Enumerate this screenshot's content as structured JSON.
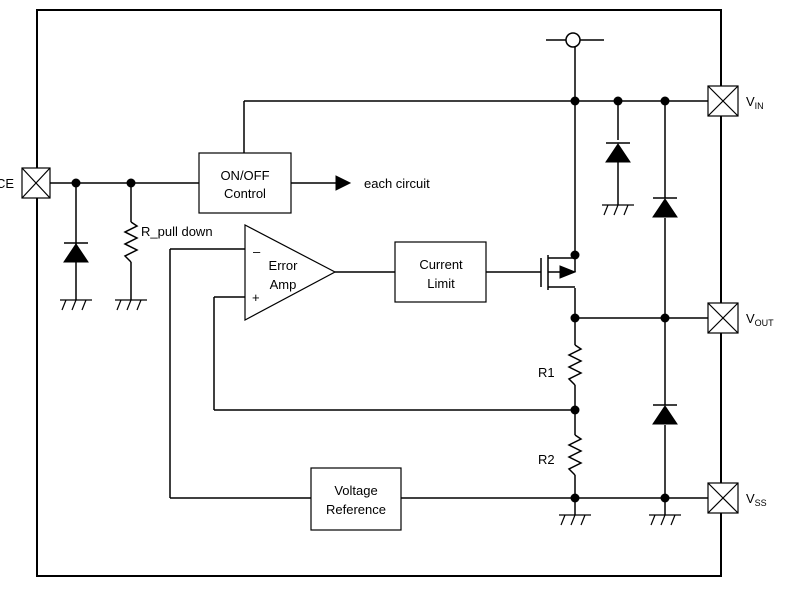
{
  "pins": {
    "ce": "CE",
    "vin": {
      "main": "V",
      "sub": "IN"
    },
    "vout": {
      "main": "V",
      "sub": "OUT"
    },
    "vss": {
      "main": "V",
      "sub": "SS"
    }
  },
  "blocks": {
    "on_off": [
      "ON/OFF",
      "Control"
    ],
    "error_amp": [
      "Error",
      "Amp"
    ],
    "current_limit": [
      "Current",
      "Limit"
    ],
    "voltage_reference": [
      "Voltage",
      "Reference"
    ]
  },
  "amp_inputs": {
    "minus": "–",
    "plus": "+"
  },
  "labels": {
    "each_circuit": "each  circuit",
    "r_pull_down": "R_pull down",
    "r1": "R1",
    "r2": "R2"
  }
}
